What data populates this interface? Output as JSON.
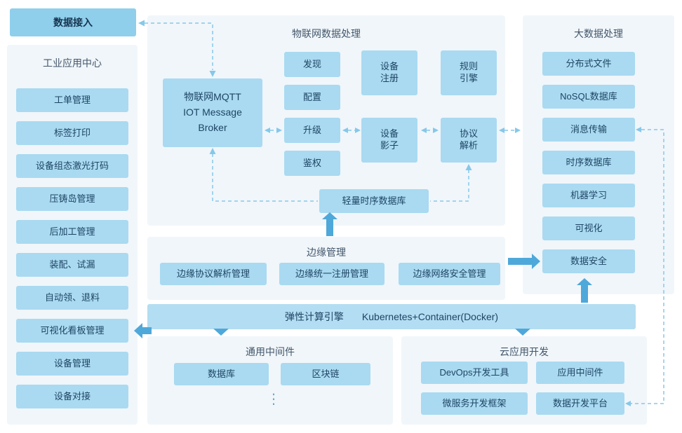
{
  "colors": {
    "node": "#a9daf1",
    "accent_node": "#8fcfec",
    "panel": "#f1f6fa",
    "bar": "#b3ddf2",
    "solid_arrow": "#4fa8da",
    "dashed_arrow": "#85c8ea",
    "text": "#1f4464"
  },
  "data_access": {
    "label": "数据接入"
  },
  "industrial": {
    "title": "工业应用中心",
    "items": [
      "工单管理",
      "标签打印",
      "设备组态激光打码",
      "压铸岛管理",
      "后加工管理",
      "装配、试漏",
      "自动领、退料",
      "可视化看板管理",
      "设备管理",
      "设备对接"
    ]
  },
  "iot": {
    "title": "物联网数据处理",
    "broker": [
      "物联网MQTT",
      "IOT Message",
      "Broker"
    ],
    "funcs": [
      "发现",
      "配置",
      "升级",
      "鉴权"
    ],
    "col2": [
      [
        "设备",
        "注册"
      ],
      [
        "设备",
        "影子"
      ]
    ],
    "col3": [
      [
        "规则",
        "引擎"
      ],
      [
        "协议",
        "解析"
      ]
    ],
    "tsdb": "轻量时序数据库"
  },
  "bigdata": {
    "title": "大数据处理",
    "items": [
      "分布式文件",
      "NoSQL数据库",
      "消息传输",
      "时序数据库",
      "机器学习",
      "可视化",
      "数据安全"
    ]
  },
  "edge": {
    "title": "边缘管理",
    "items": [
      "边缘协议解析管理",
      "边缘统一注册管理",
      "边缘网络安全管理"
    ]
  },
  "elastic": {
    "title": "弹性计算引擎",
    "subtitle": "Kubernetes+Container(Docker)"
  },
  "middleware": {
    "title": "通用中间件",
    "items": [
      "数据库",
      "区块链"
    ],
    "ellipsis": "⋮"
  },
  "cloud": {
    "title": "云应用开发",
    "items": [
      "DevOps开发工具",
      "应用中间件",
      "微服务开发框架",
      "数据开发平台"
    ]
  }
}
